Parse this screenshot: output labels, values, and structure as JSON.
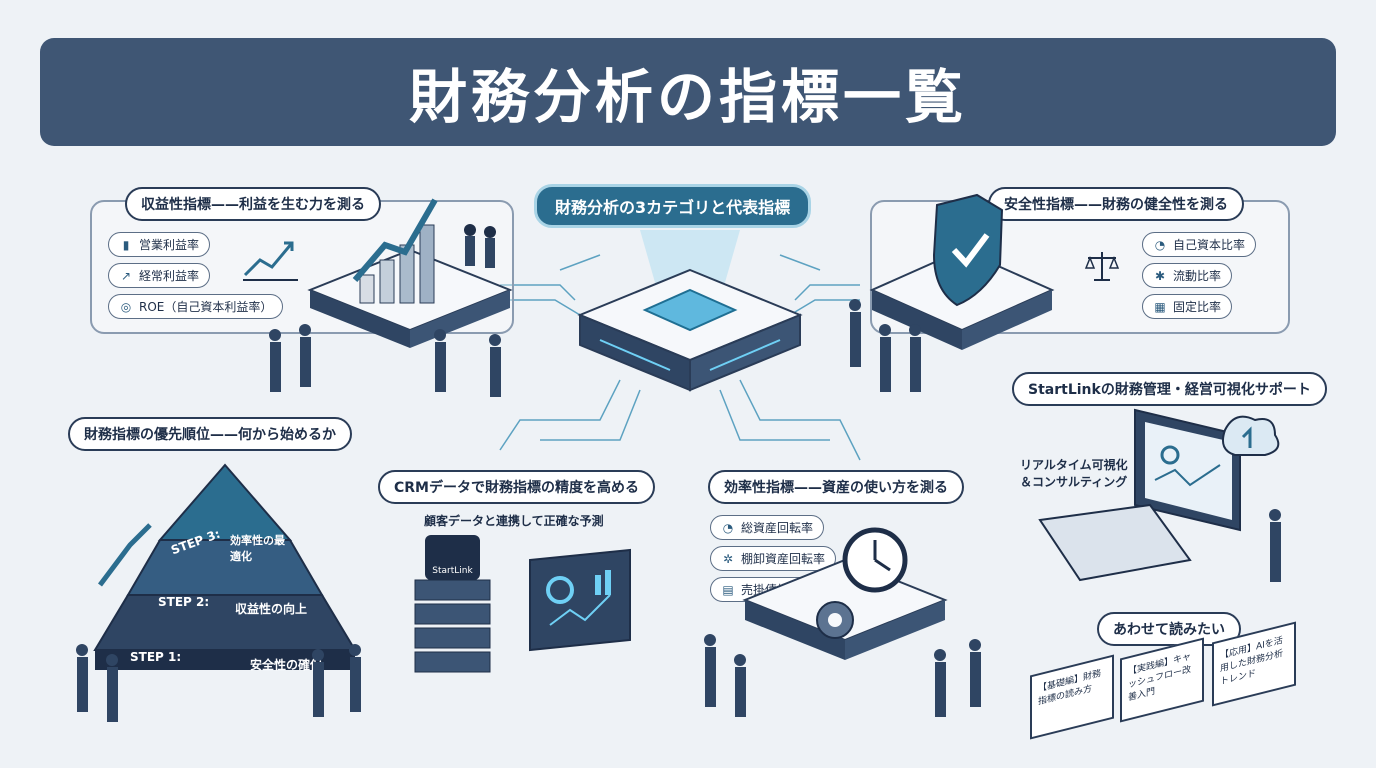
{
  "title": "財務分析の指標一覧",
  "center": {
    "title": "財務分析の3カテゴリと代表指標"
  },
  "profitability": {
    "title": "収益性指標——利益を生む力を測る",
    "items": [
      "営業利益率",
      "経常利益率",
      "ROE（自己資本利益率）"
    ]
  },
  "safety": {
    "title": "安全性指標——財務の健全性を測る",
    "items": [
      "自己資本比率",
      "流動比率",
      "固定比率"
    ]
  },
  "priority": {
    "title": "財務指標の優先順位——何から始めるか",
    "steps": [
      {
        "step": "STEP 3:",
        "label": "効率性の最適化"
      },
      {
        "step": "STEP 2:",
        "label": "収益性の向上"
      },
      {
        "step": "STEP 1:",
        "label": "安全性の確保"
      }
    ]
  },
  "crm": {
    "title": "CRMデータで財務指標の精度を高める",
    "subtitle": "顧客データと連携して正確な予測",
    "logo": "StartLink"
  },
  "efficiency": {
    "title": "効率性指標——資産の使い方を測る",
    "items": [
      "総資産回転率",
      "棚卸資産回転率",
      "売掛債権回転期間"
    ]
  },
  "support": {
    "title": "StartLinkの財務管理・経営可視化サポート",
    "caption_line1": "リアルタイム可視化",
    "caption_line2": "＆コンサルティング"
  },
  "reading": {
    "title": "あわせて読みたい",
    "cards": [
      "【基礎編】財務指標の読み方",
      "【実践編】キャッシュフロー改善入門",
      "【応用】AIを活用した財務分析トレンド"
    ]
  },
  "colors": {
    "banner": "#3f5674",
    "accent": "#2b6d8f",
    "navy": "#1e2e48"
  }
}
